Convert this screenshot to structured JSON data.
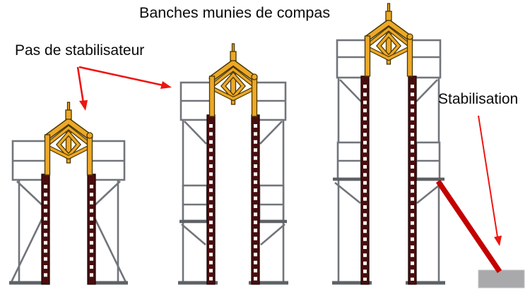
{
  "title": "Banches munies de compas",
  "labels": {
    "no_stabilizer": "Pas de stabilisateur",
    "stabilization": "Stabilisation"
  },
  "colors": {
    "background": "#FFFFFF",
    "text_black": "#0A0A0A",
    "compass_yellow": "#EDA827",
    "compass_outline": "#4A3700",
    "rail_maroon": "#4A0D0D",
    "frame_gray": "#71757B",
    "bar_gray": "#5E6165",
    "arrow_red": "#EE1511",
    "stabilizer_red": "#C40000",
    "block_gray": "#A9A9AB"
  }
}
